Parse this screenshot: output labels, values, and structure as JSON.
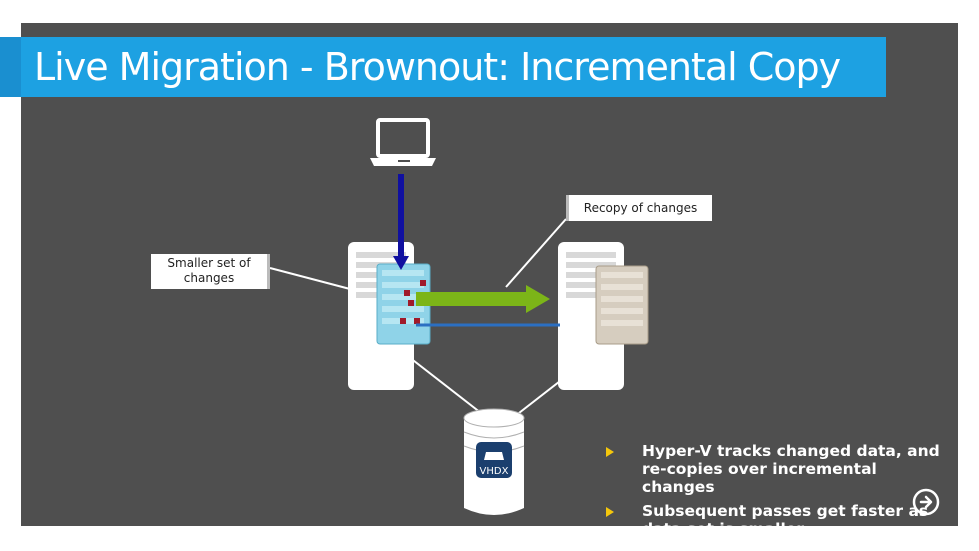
{
  "title": "Live Migration - Brownout:  Incremental Copy",
  "callouts": {
    "recopy": "Recopy of changes",
    "smaller": "Smaller set of changes"
  },
  "storage": {
    "label": "VHDX"
  },
  "bullets": [
    "Hyper-V tracks changed data, and re-copies over incremental changes",
    "Subsequent passes get faster as data set is smaller"
  ],
  "colors": {
    "title_bar": "#1da1e2",
    "slide_bg": "#4f4f4f",
    "arrow_green": "#7cb518",
    "arrow_blue": "#1010a0",
    "link_blue": "#2b6fc2",
    "bullet_marker": "#f5c70c"
  },
  "icons": {
    "laptop": "laptop-icon",
    "source_server": "server-icon",
    "destination_server": "server-icon",
    "storage": "database-icon",
    "nav": "next-arrow-icon"
  }
}
